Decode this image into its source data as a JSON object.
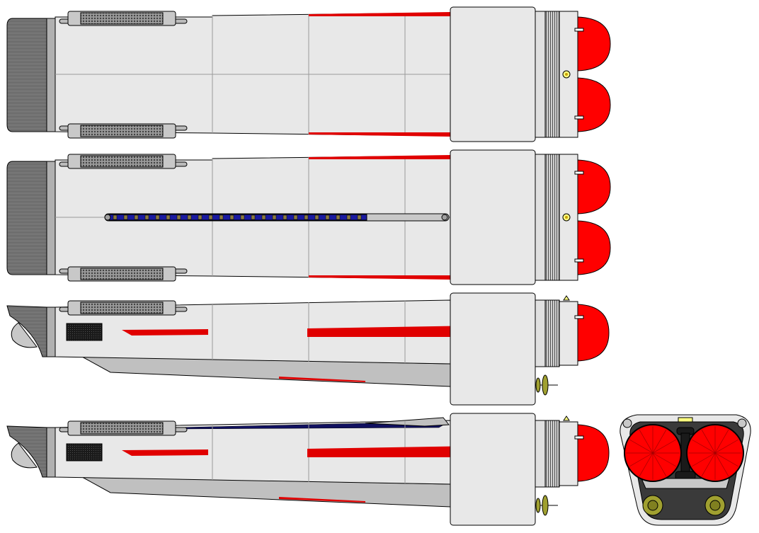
{
  "colors": {
    "background": "#ffffff",
    "hull": "#e8e8e8",
    "hull_shadow": "#c0c0c0",
    "outline": "#000000",
    "panel_line": "#9a9a9a",
    "grille": "#707070",
    "accent_red": "#e00000",
    "dome_red": "#ff0000",
    "stripe_blue": "#1a1aa0",
    "navy": "#101060",
    "chevron": "#ffff00",
    "dark_body": "#3a3a3a",
    "olive": "#a0a030",
    "dark_panel": "#202020"
  },
  "views": [
    {
      "name": "top-view",
      "icons": [
        "nacelle-top-icon",
        "bussard-dome-icon",
        "strake-icon"
      ]
    },
    {
      "name": "bottom-view",
      "icons": [
        "nacelle-bottom-icon",
        "bussard-dome-icon",
        "blue-grille-icon"
      ]
    },
    {
      "name": "side-view",
      "icons": [
        "nacelle-side-icon",
        "bussard-dome-icon",
        "chevron-icon"
      ]
    },
    {
      "name": "side-view-alt",
      "icons": [
        "nacelle-side-icon",
        "bussard-dome-icon",
        "chevron-icon"
      ]
    },
    {
      "name": "front-view",
      "icons": [
        "nacelle-front-icon",
        "bussard-dome-icon"
      ]
    }
  ]
}
